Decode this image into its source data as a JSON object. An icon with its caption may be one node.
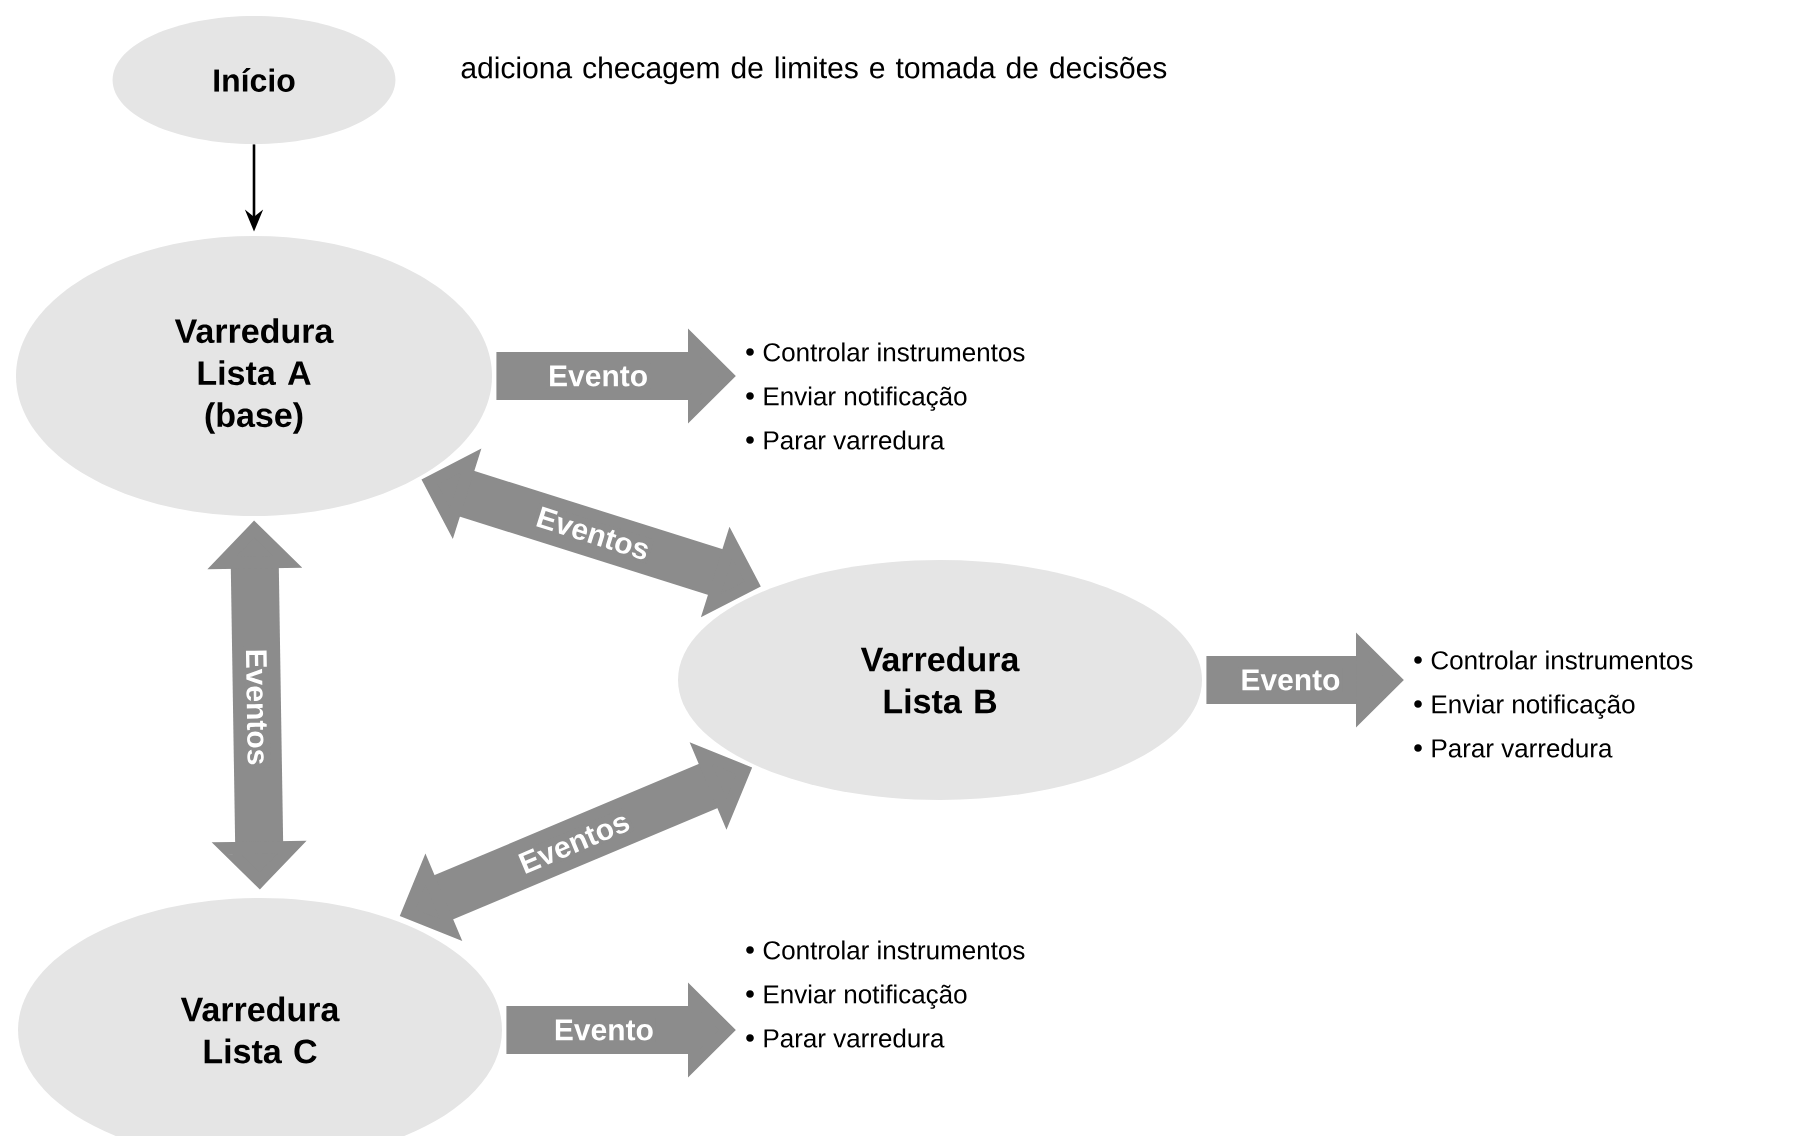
{
  "diagram": {
    "title": "adiciona checagem de limites e tomada de decisões",
    "nodes": [
      {
        "text": [
          "Início"
        ]
      },
      {
        "text": [
          "Varredura Lista A (base)"
        ]
      },
      {
        "text": [
          "Controlar instrumentos",
          "Enviar notificação",
          "Parar varredura"
        ]
      },
      {
        "text": [
          "Varredura Lista B"
        ]
      },
      {
        "text": [
          "Controlar instrumentos",
          "Enviar notificação",
          "Parar varredura"
        ]
      },
      {
        "text": [
          "Varredura Lista C"
        ]
      },
      {
        "text": [
          "Controlar instrumentos",
          "Enviar notificação",
          "Parar varredura"
        ]
      }
    ],
    "edges": [
      {
        "from": 0,
        "to": 1,
        "arrow": "to",
        "color": "#000000"
      },
      {
        "from": 1,
        "to": 2,
        "arrow": "to",
        "label": "Evento"
      },
      {
        "from": 1,
        "to": 3,
        "arrow": "both",
        "label": "Eventos"
      },
      {
        "from": 1,
        "to": 5,
        "arrow": "both",
        "label": "Eventos"
      },
      {
        "from": 3,
        "to": 4,
        "arrow": "to",
        "label": "Evento"
      },
      {
        "from": 3,
        "to": 5,
        "arrow": "both",
        "label": "Eventos"
      },
      {
        "from": 5,
        "to": 6,
        "arrow": "to",
        "label": "Evento"
      }
    ]
  }
}
